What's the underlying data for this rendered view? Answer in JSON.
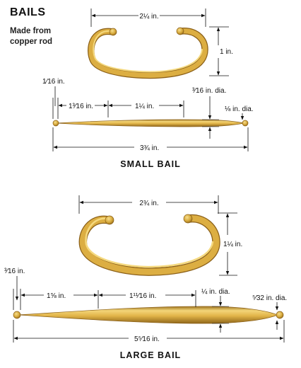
{
  "title": "BAILS",
  "subtitle": "Made from copper rod",
  "small_bail": {
    "caption": "SMALL BAIL",
    "width_label": "2¼ in.",
    "height_label": "1 in.",
    "end_offset_label": "1⁄16 in.",
    "taper_length_label": "1³⁄16 in.",
    "center_length_label": "1¼ in.",
    "center_diameter_label": "³⁄16 in. dia.",
    "end_diameter_label": "⅛ in. dia.",
    "overall_length_label": "3¾ in."
  },
  "large_bail": {
    "caption": "LARGE BAIL",
    "width_label": "2¾ in.",
    "height_label": "1¼ in.",
    "end_offset_label": "³⁄16 in.",
    "taper_length_label": "1⅝ in.",
    "center_length_label": "1¹¹⁄16 in.",
    "center_diameter_label": "¼ in. dia.",
    "end_diameter_label": "⁵⁄32 in. dia.",
    "overall_length_label": "5⁵⁄16 in."
  },
  "colors": {
    "copper_light": "#f0cf6a",
    "copper_mid": "#d7a93a",
    "copper_dark": "#9e7420",
    "dimension_line": "#111111"
  }
}
